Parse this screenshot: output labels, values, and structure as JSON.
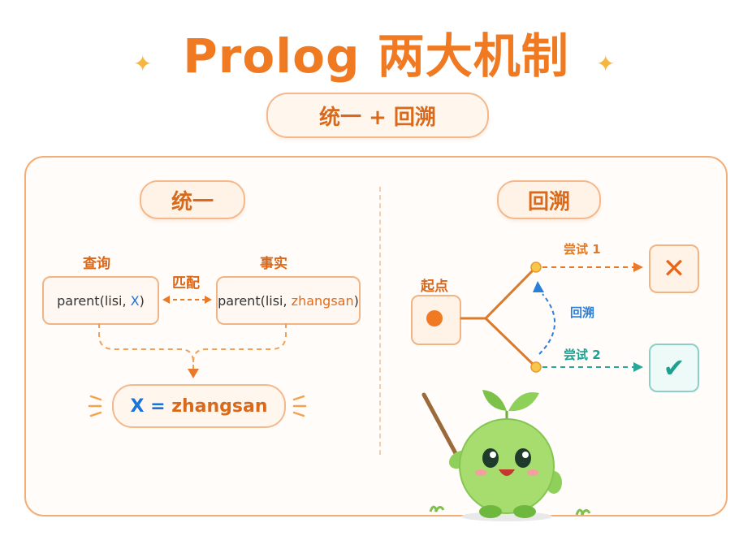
{
  "title": "Prolog 两大机制",
  "subtitle": "统一 + 回溯",
  "unify": {
    "heading": "统一",
    "query_label": "查询",
    "fact_label": "事实",
    "match_label": "匹配",
    "query_prefix": "parent(lisi, ",
    "query_var": "X",
    "query_suffix": ")",
    "fact_prefix": "parent(lisi, ",
    "fact_value": "zhangsan",
    "fact_suffix": ")",
    "result_var": "X",
    "result_eq": " = ",
    "result_value": "zhangsan"
  },
  "backtrack": {
    "heading": "回溯",
    "start_label": "起点",
    "try1_label": "尝试 1",
    "try2_label": "尝试 2",
    "backtrack_label": "回溯",
    "fail_icon": "cross-icon",
    "success_icon": "check-icon"
  },
  "colors": {
    "accent_orange": "#f07a22",
    "variable_blue": "#1a73d9",
    "success_teal": "#1fa08f",
    "mascot_green": "#8fd05a"
  }
}
